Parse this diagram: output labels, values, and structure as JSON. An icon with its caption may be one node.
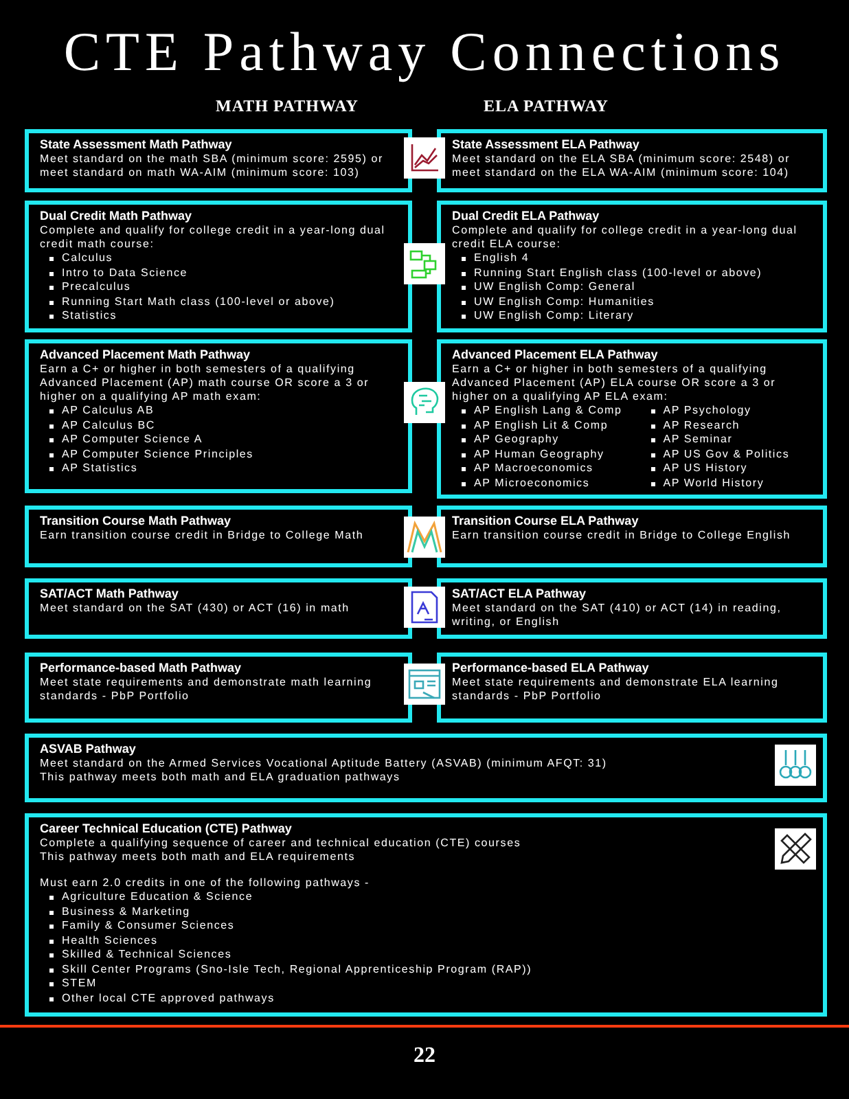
{
  "diagram": {
    "title": "CTE Pathway Connections",
    "nodes": [
      {
        "text": [
          "State Assessment Math Pathway",
          "Meet standard on the math SBA (minimum score: 2595) or meet standard on math WA-AIM (minimum score: 103)"
        ]
      },
      {
        "text": [
          "State Assessment ELA Pathway",
          "Meet standard on the ELA SBA (minimum score: 2548) or meet standard on the ELA WA-AIM (minimum score: 104)"
        ]
      },
      {
        "text": [
          "Dual Credit Math Pathway",
          "Complete and qualify for college credit in a year-long dual credit math course:",
          "Calculus",
          "Intro to Data Science",
          "Precalculus",
          "Running Start Math class (100-level or above)",
          "Statistics"
        ]
      },
      {
        "text": [
          "Dual Credit ELA Pathway",
          "Complete and qualify for college credit in a year-long dual credit ELA course:",
          "English 4",
          "Running Start English class (100-level or above)",
          "UW English Comp: General",
          "UW English Comp: Humanities",
          "UW English Comp: Literary"
        ]
      },
      {
        "text": [
          "Advanced Placement Math Pathway",
          "Earn a C+ or higher in both semesters of a qualifying Advanced Placement (AP) math course OR score a 3 or higher on a qualifying AP math exam:",
          "AP Calculus AB",
          "AP Calculus BC",
          "AP Computer Science A",
          "AP Computer Science Principles",
          "AP Statistics"
        ]
      },
      {
        "text": [
          "Advanced Placement ELA Pathway",
          "Earn a C+ or higher in both semesters of a qualifying Advanced Placement (AP) ELA course OR score a 3 or higher on a qualifying AP ELA exam:",
          "AP English Lang & Comp",
          "AP English Lit & Comp",
          "AP Geography",
          "AP Human Geography",
          "AP Macroeconomics",
          "AP Microeconomics",
          "AP Psychology",
          "AP Research",
          "AP Seminar",
          "AP US Gov & Politics",
          "AP US History",
          "AP World History"
        ]
      },
      {
        "text": [
          "Transition Course Math Pathway",
          "Earn transition course credit in Bridge to College Math"
        ]
      },
      {
        "text": [
          "Transition Course ELA Pathway",
          "Earn transition course credit in Bridge to College English"
        ]
      },
      {
        "text": [
          "SAT/ACT Math Pathway",
          "Meet standard on the SAT (430) or ACT (16) in math"
        ]
      },
      {
        "text": [
          "SAT/ACT ELA Pathway",
          "Meet standard on the SAT (410) or ACT (14) in reading, writing, or English"
        ]
      },
      {
        "text": [
          "Performance-based Math Pathway",
          "Meet state requirements and demonstrate math learning standards - PbP Portfolio"
        ]
      },
      {
        "text": [
          "Performance-based ELA Pathway",
          "Meet state requirements and demonstrate ELA learning standards - PbP Portfolio"
        ]
      },
      {
        "text": [
          "ASVAB Pathway",
          "Meet standard on the Armed Services Vocational Aptitude Battery (ASVAB) (minimum AFQT: 31)",
          "This pathway meets both math and ELA graduation pathways"
        ]
      },
      {
        "text": [
          "Career Technical Education (CTE) Pathway",
          "Complete a qualifying sequence of career and technical education (CTE) courses",
          "This pathway meets both math and ELA requirements",
          "Must earn 2.0 credits in one of the following pathways -",
          "Agriculture Education & Science",
          "Business & Marketing",
          "Family & Consumer Sciences",
          "Health Sciences",
          "Skilled & Technical Sciences",
          "Skill Center Programs (Sno-Isle Tech, Regional Apprenticeship Program (RAP))",
          "STEM",
          "Other local CTE approved pathways"
        ]
      }
    ],
    "edges": [],
    "labels": [
      "MATH PATHWAY",
      "ELA PATHWAY",
      "22"
    ]
  }
}
